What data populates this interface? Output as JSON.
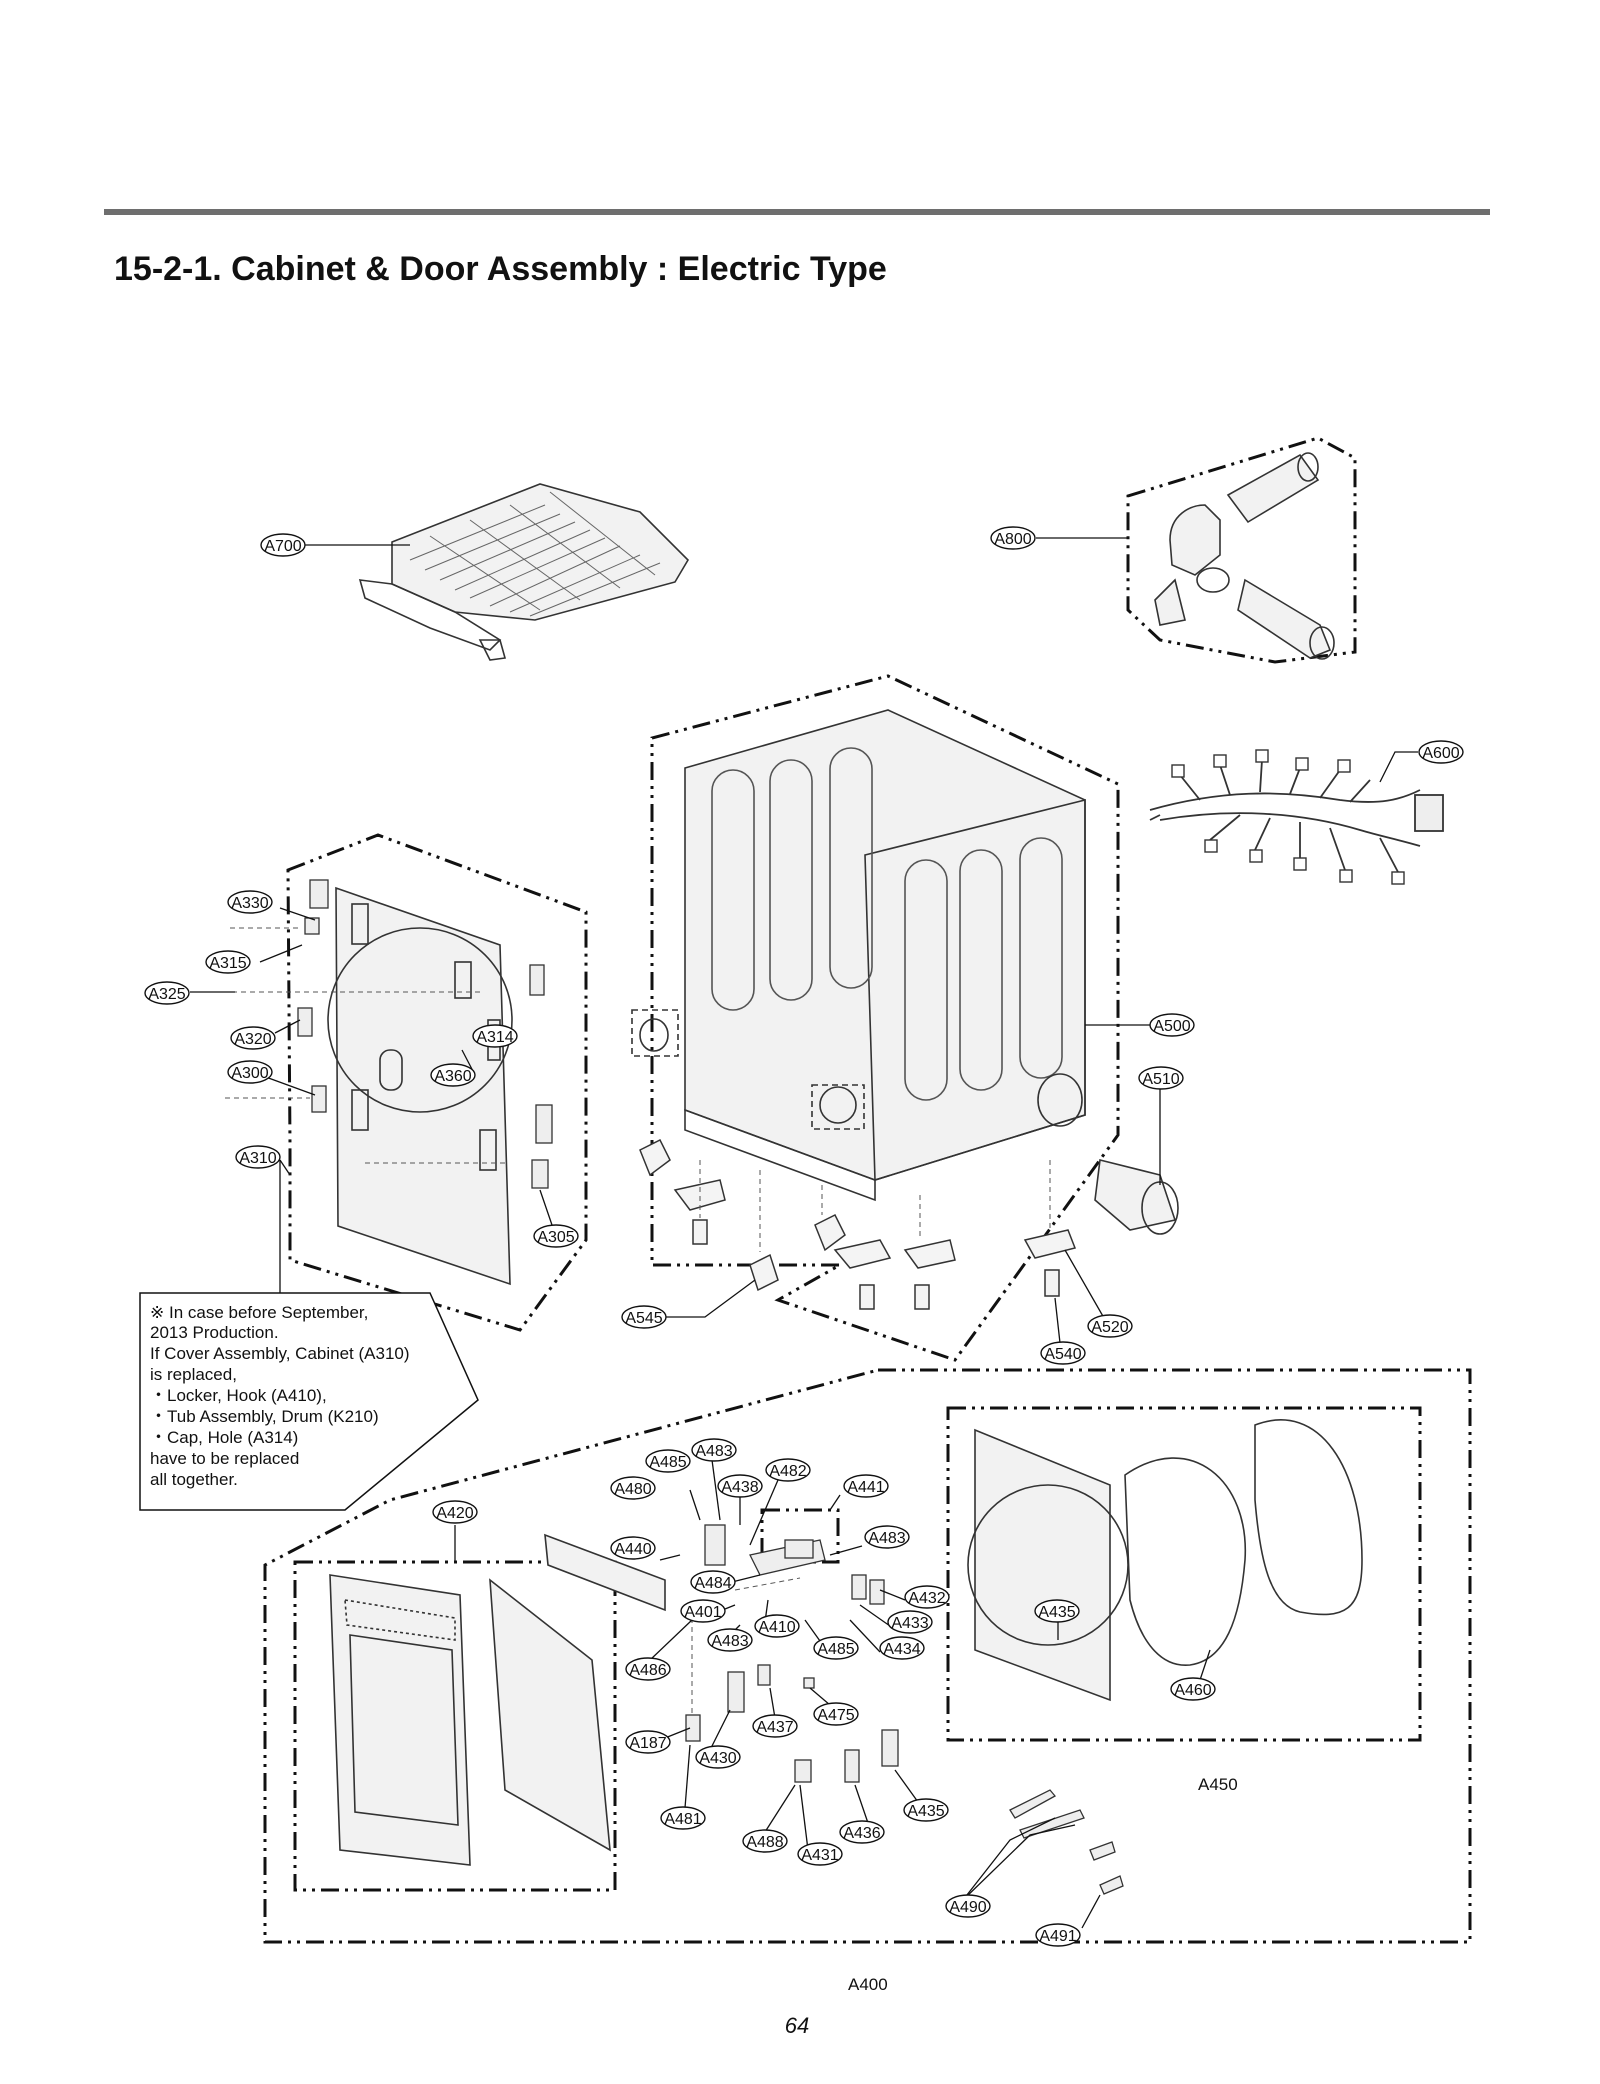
{
  "header": {
    "title": "15-2-1. Cabinet & Door Assembly : Electric Type",
    "page_number": "64"
  },
  "note": {
    "lines": [
      "※ In case before September,",
      "2013 Production.",
      "If Cover Assembly, Cabinet (A310)",
      "is replaced,",
      " ・Locker, Hook (A410),",
      " ・Tub Assembly, Drum (K210)",
      " ・Cap, Hole (A314)",
      "have to be replaced",
      "all together."
    ]
  },
  "group_labels": {
    "door_group": "A400",
    "inner_door_group": "A450"
  },
  "parts": [
    "A700",
    "A800",
    "A600",
    "A500",
    "A510",
    "A520",
    "A540",
    "A545",
    "A330",
    "A315",
    "A325",
    "A320",
    "A314",
    "A300",
    "A360",
    "A310",
    "A305",
    "A485",
    "A483",
    "A480",
    "A438",
    "A482",
    "A441",
    "A420",
    "A440",
    "A483",
    "A484",
    "A432",
    "A401",
    "A410",
    "A433",
    "A483",
    "A485",
    "A434",
    "A486",
    "A475",
    "A187",
    "A437",
    "A430",
    "A481",
    "A436",
    "A435",
    "A488",
    "A431",
    "A490",
    "A491",
    "A435",
    "A460"
  ]
}
